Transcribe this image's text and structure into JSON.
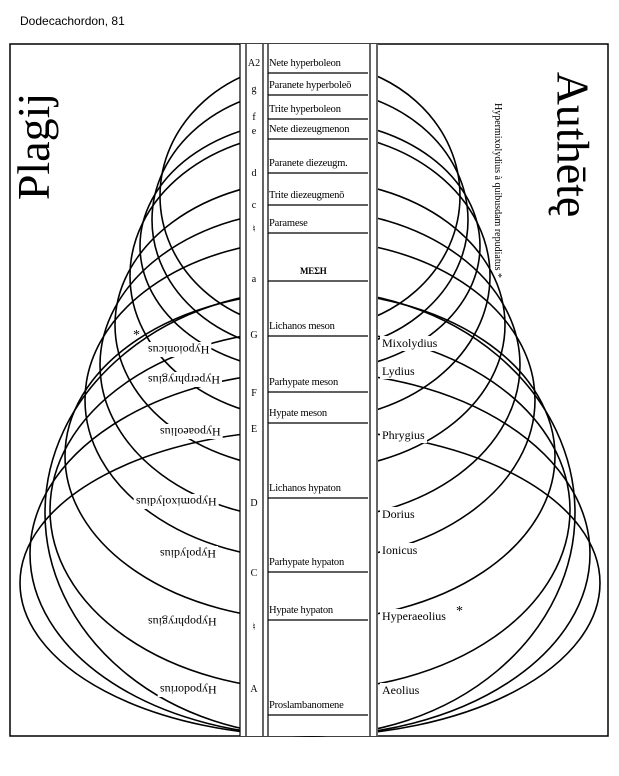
{
  "caption": "Dodecachordon, 81",
  "plagal_title": "Plagij",
  "authentic_title": "Authētę",
  "side_note": "Hypermixolydius à quibusdam repudiatus *",
  "notes": [
    {
      "name": "Nete hyperboleon",
      "letter": "A2"
    },
    {
      "name": "Paranete hyperboleō",
      "letter": "g"
    },
    {
      "name": "Trite hyperboleon",
      "letter": "f"
    },
    {
      "name": "Nete diezeugmenon",
      "letter": "e"
    },
    {
      "name": "Paranete diezeugm.",
      "letter": "d"
    },
    {
      "name": "Trite diezeugmenō",
      "letter": "c"
    },
    {
      "name": "Paramese",
      "letter": "♮"
    },
    {
      "name": "ΜΕΣΗ",
      "letter": "a"
    },
    {
      "name": "Lichanos meson",
      "letter": "G"
    },
    {
      "name": "Parhypate meson",
      "letter": "F"
    },
    {
      "name": "Hypate meson",
      "letter": "E"
    },
    {
      "name": "Lichanos hypaton",
      "letter": "D"
    },
    {
      "name": "Parhypate hypaton",
      "letter": "C"
    },
    {
      "name": "Hypate hypaton",
      "letter": "♮"
    },
    {
      "name": "Proslambanomene",
      "letter": "A"
    }
  ],
  "authentic_modes": [
    "Mixolydius",
    "Lydius",
    "Phrygius",
    "Dorius",
    "Ionicus",
    "Hyperaeolius",
    "Aeolius"
  ],
  "plagal_modes": [
    "Hypoionicus",
    "Hyperphrygius",
    "Hypoaeolius",
    "Hypomixolydius",
    "Hypolydius",
    "Hypophrygius",
    "Hypodorius"
  ],
  "star": "*"
}
